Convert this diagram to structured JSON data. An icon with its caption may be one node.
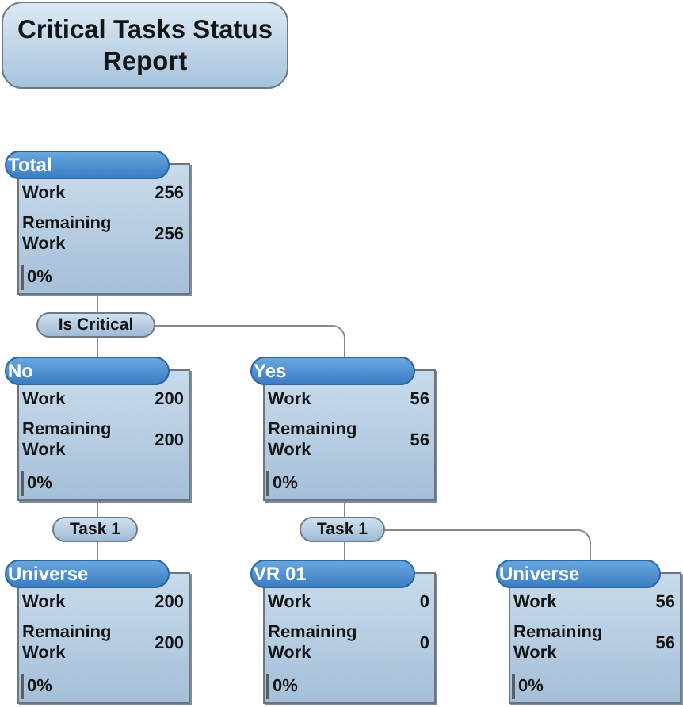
{
  "diagram": {
    "title": "Critical Tasks Status Report",
    "nodes": [
      {
        "text": [
          "Total",
          "Work",
          "256",
          "Remaining Work",
          "256",
          "0%"
        ]
      },
      {
        "text": [
          "Is Critical"
        ]
      },
      {
        "text": [
          "No",
          "Work",
          "200",
          "Remaining Work",
          "200",
          "0%"
        ]
      },
      {
        "text": [
          "Yes",
          "Work",
          "56",
          "Remaining Work",
          "56",
          "0%"
        ]
      },
      {
        "text": [
          "Task 1"
        ]
      },
      {
        "text": [
          "Task 1"
        ]
      },
      {
        "text": [
          "Universe",
          "Work",
          "200",
          "Remaining Work",
          "200",
          "0%"
        ]
      },
      {
        "text": [
          "VR 01",
          "Work",
          "0",
          "Remaining Work",
          "0",
          "0%"
        ]
      },
      {
        "text": [
          "Universe",
          "Work",
          "56",
          "Remaining Work",
          "56",
          "0%"
        ]
      }
    ],
    "edges": [
      {
        "from": 0,
        "to": 1,
        "arrow": "none"
      },
      {
        "from": 1,
        "to": 2,
        "arrow": "none"
      },
      {
        "from": 1,
        "to": 3,
        "arrow": "none"
      },
      {
        "from": 2,
        "to": 4,
        "arrow": "none"
      },
      {
        "from": 3,
        "to": 5,
        "arrow": "none"
      },
      {
        "from": 4,
        "to": 6,
        "arrow": "none"
      },
      {
        "from": 5,
        "to": 7,
        "arrow": "none"
      },
      {
        "from": 5,
        "to": 8,
        "arrow": "none"
      }
    ]
  }
}
